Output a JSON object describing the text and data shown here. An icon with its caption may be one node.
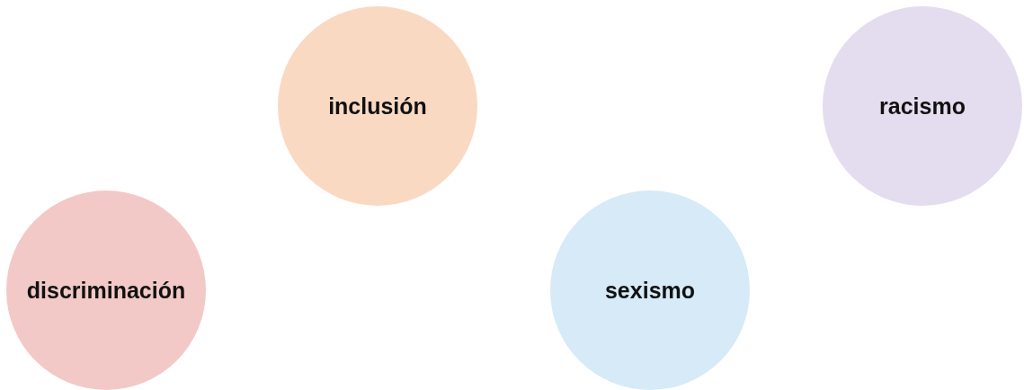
{
  "diagram": {
    "nodes": [
      {
        "text": [
          "inclusión"
        ]
      },
      {
        "text": [
          "racismo"
        ]
      },
      {
        "text": [
          "discriminación"
        ]
      },
      {
        "text": [
          "sexismo"
        ]
      }
    ]
  }
}
